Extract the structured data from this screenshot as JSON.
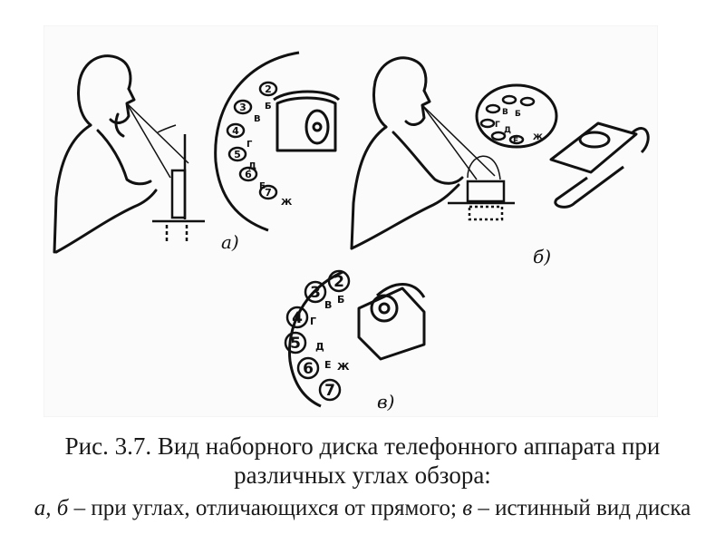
{
  "figure": {
    "panel_a": {
      "label": "а)",
      "dial_digits": [
        "2",
        "3",
        "4",
        "5",
        "6",
        "7"
      ],
      "dial_letters": [
        "Б",
        "В",
        "Г",
        "Д",
        "Е",
        "Ж"
      ]
    },
    "panel_b": {
      "label": "б)",
      "dial_letters": [
        "Б",
        "В",
        "Г",
        "Д",
        "Е",
        "Ж"
      ]
    },
    "panel_c": {
      "label": "в)",
      "dial_digits": [
        "2",
        "3",
        "4",
        "5",
        "6",
        "7"
      ],
      "dial_letters": [
        "Б",
        "В",
        "Г",
        "Д",
        "Е",
        "Ж"
      ]
    }
  },
  "caption": {
    "title": "Рис. 3.7. Вид наборного диска телефонного аппарата при различных углах обзора:",
    "legend_ab": "а, б",
    "legend_ab_text": " – при углах, отличающихся от прямого; ",
    "legend_c": "в",
    "legend_c_text": " – истинный вид диска"
  },
  "colors": {
    "ink": "#111111",
    "panel_bg": "#fbfbfb",
    "panel_border": "#eeeeee"
  }
}
